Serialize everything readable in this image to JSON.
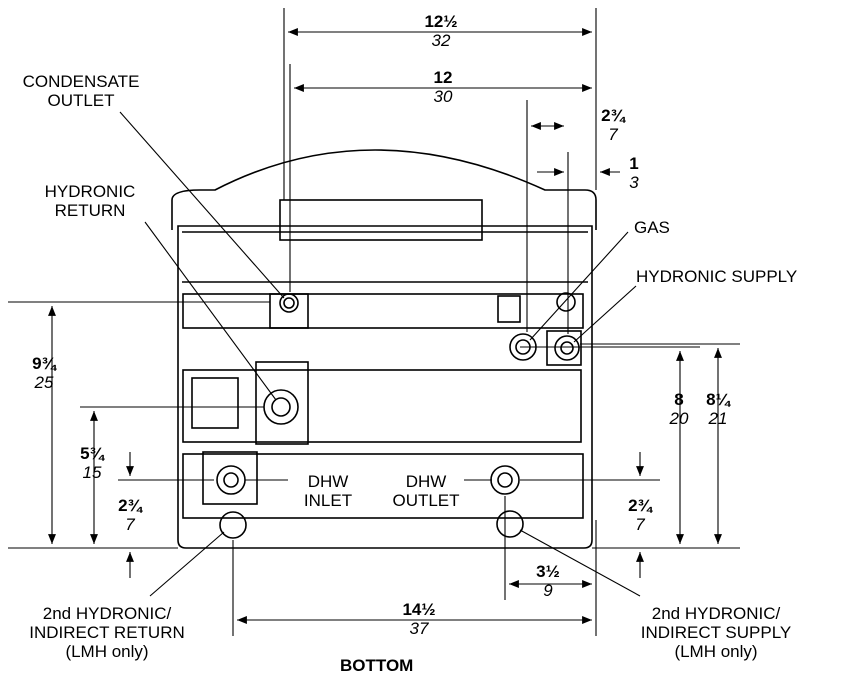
{
  "labels": {
    "condensate_outlet": [
      "CONDENSATE",
      "OUTLET"
    ],
    "hydronic_return": [
      "HYDRONIC",
      "RETURN"
    ],
    "gas": "GAS",
    "hydronic_supply": "HYDRONIC SUPPLY",
    "dhw_inlet": [
      "DHW",
      "INLET"
    ],
    "dhw_outlet": [
      "DHW",
      "OUTLET"
    ],
    "second_return": [
      "2nd HYDRONIC/",
      "INDIRECT RETURN",
      "(LMH only)"
    ],
    "second_supply": [
      "2nd HYDRONIC/",
      "INDIRECT SUPPLY",
      "(LMH only)"
    ],
    "bottom": "BOTTOM"
  },
  "dimensions": {
    "d1": {
      "in": "12½",
      "mm": "32"
    },
    "d2": {
      "in": "12",
      "mm": "30"
    },
    "d3": {
      "in": "2¾",
      "mm": "7"
    },
    "d4": {
      "in": "1",
      "mm": "3"
    },
    "d5": {
      "in": "9¾",
      "mm": "25"
    },
    "d6": {
      "in": "5¾",
      "mm": "15"
    },
    "d7": {
      "in": "2¾",
      "mm": "7"
    },
    "d8": {
      "in": "8",
      "mm": "20"
    },
    "d9": {
      "in": "8¼",
      "mm": "21"
    },
    "d10": {
      "in": "2¾",
      "mm": "7"
    },
    "d11": {
      "in": "3½",
      "mm": "9"
    },
    "d12": {
      "in": "14½",
      "mm": "37"
    }
  }
}
